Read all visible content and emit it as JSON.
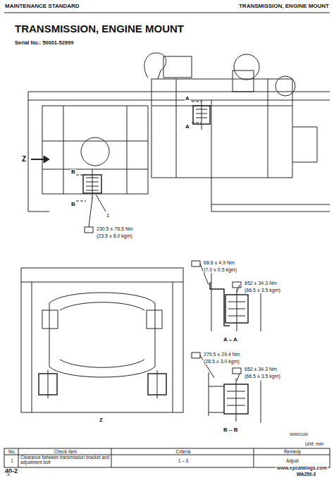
{
  "diagram": {
    "title": "TRANSMISSION, ENGINE MOUNT",
    "labels": [
      "MAINTENANCE STANDARD",
      "TRANSMISSION, ENGINE MOUNT",
      "Serial No.: 50001-52999",
      "A",
      "A",
      "Z",
      "B",
      "B",
      "1",
      "230.5 ± 78.5 Nm",
      "(23.5 ± 8.0 kgm)",
      "68.6 ± 4.9 Nm",
      "(7.0 ± 0.5 kgm)",
      "652 ± 34.3 Nm",
      "(66.5 ± 3.5 kgm)",
      "A – A",
      "279.5 ± 29.4 Nm",
      "(28.5 ± 3.0 kgm)",
      "652 ± 34.3 Nm",
      "(66.5 ± 3.5 kgm)",
      "B – B",
      "Z",
      "SMW01190",
      "Unit: mm",
      "No.",
      "Check item",
      "Criteria",
      "Remedy",
      "1",
      "Clearance between transmission bracket and adjustment bolt",
      "1 – 3",
      "Adjust",
      "40-2",
      "③",
      "www.epcatalogs.com",
      "WA250-3"
    ]
  }
}
